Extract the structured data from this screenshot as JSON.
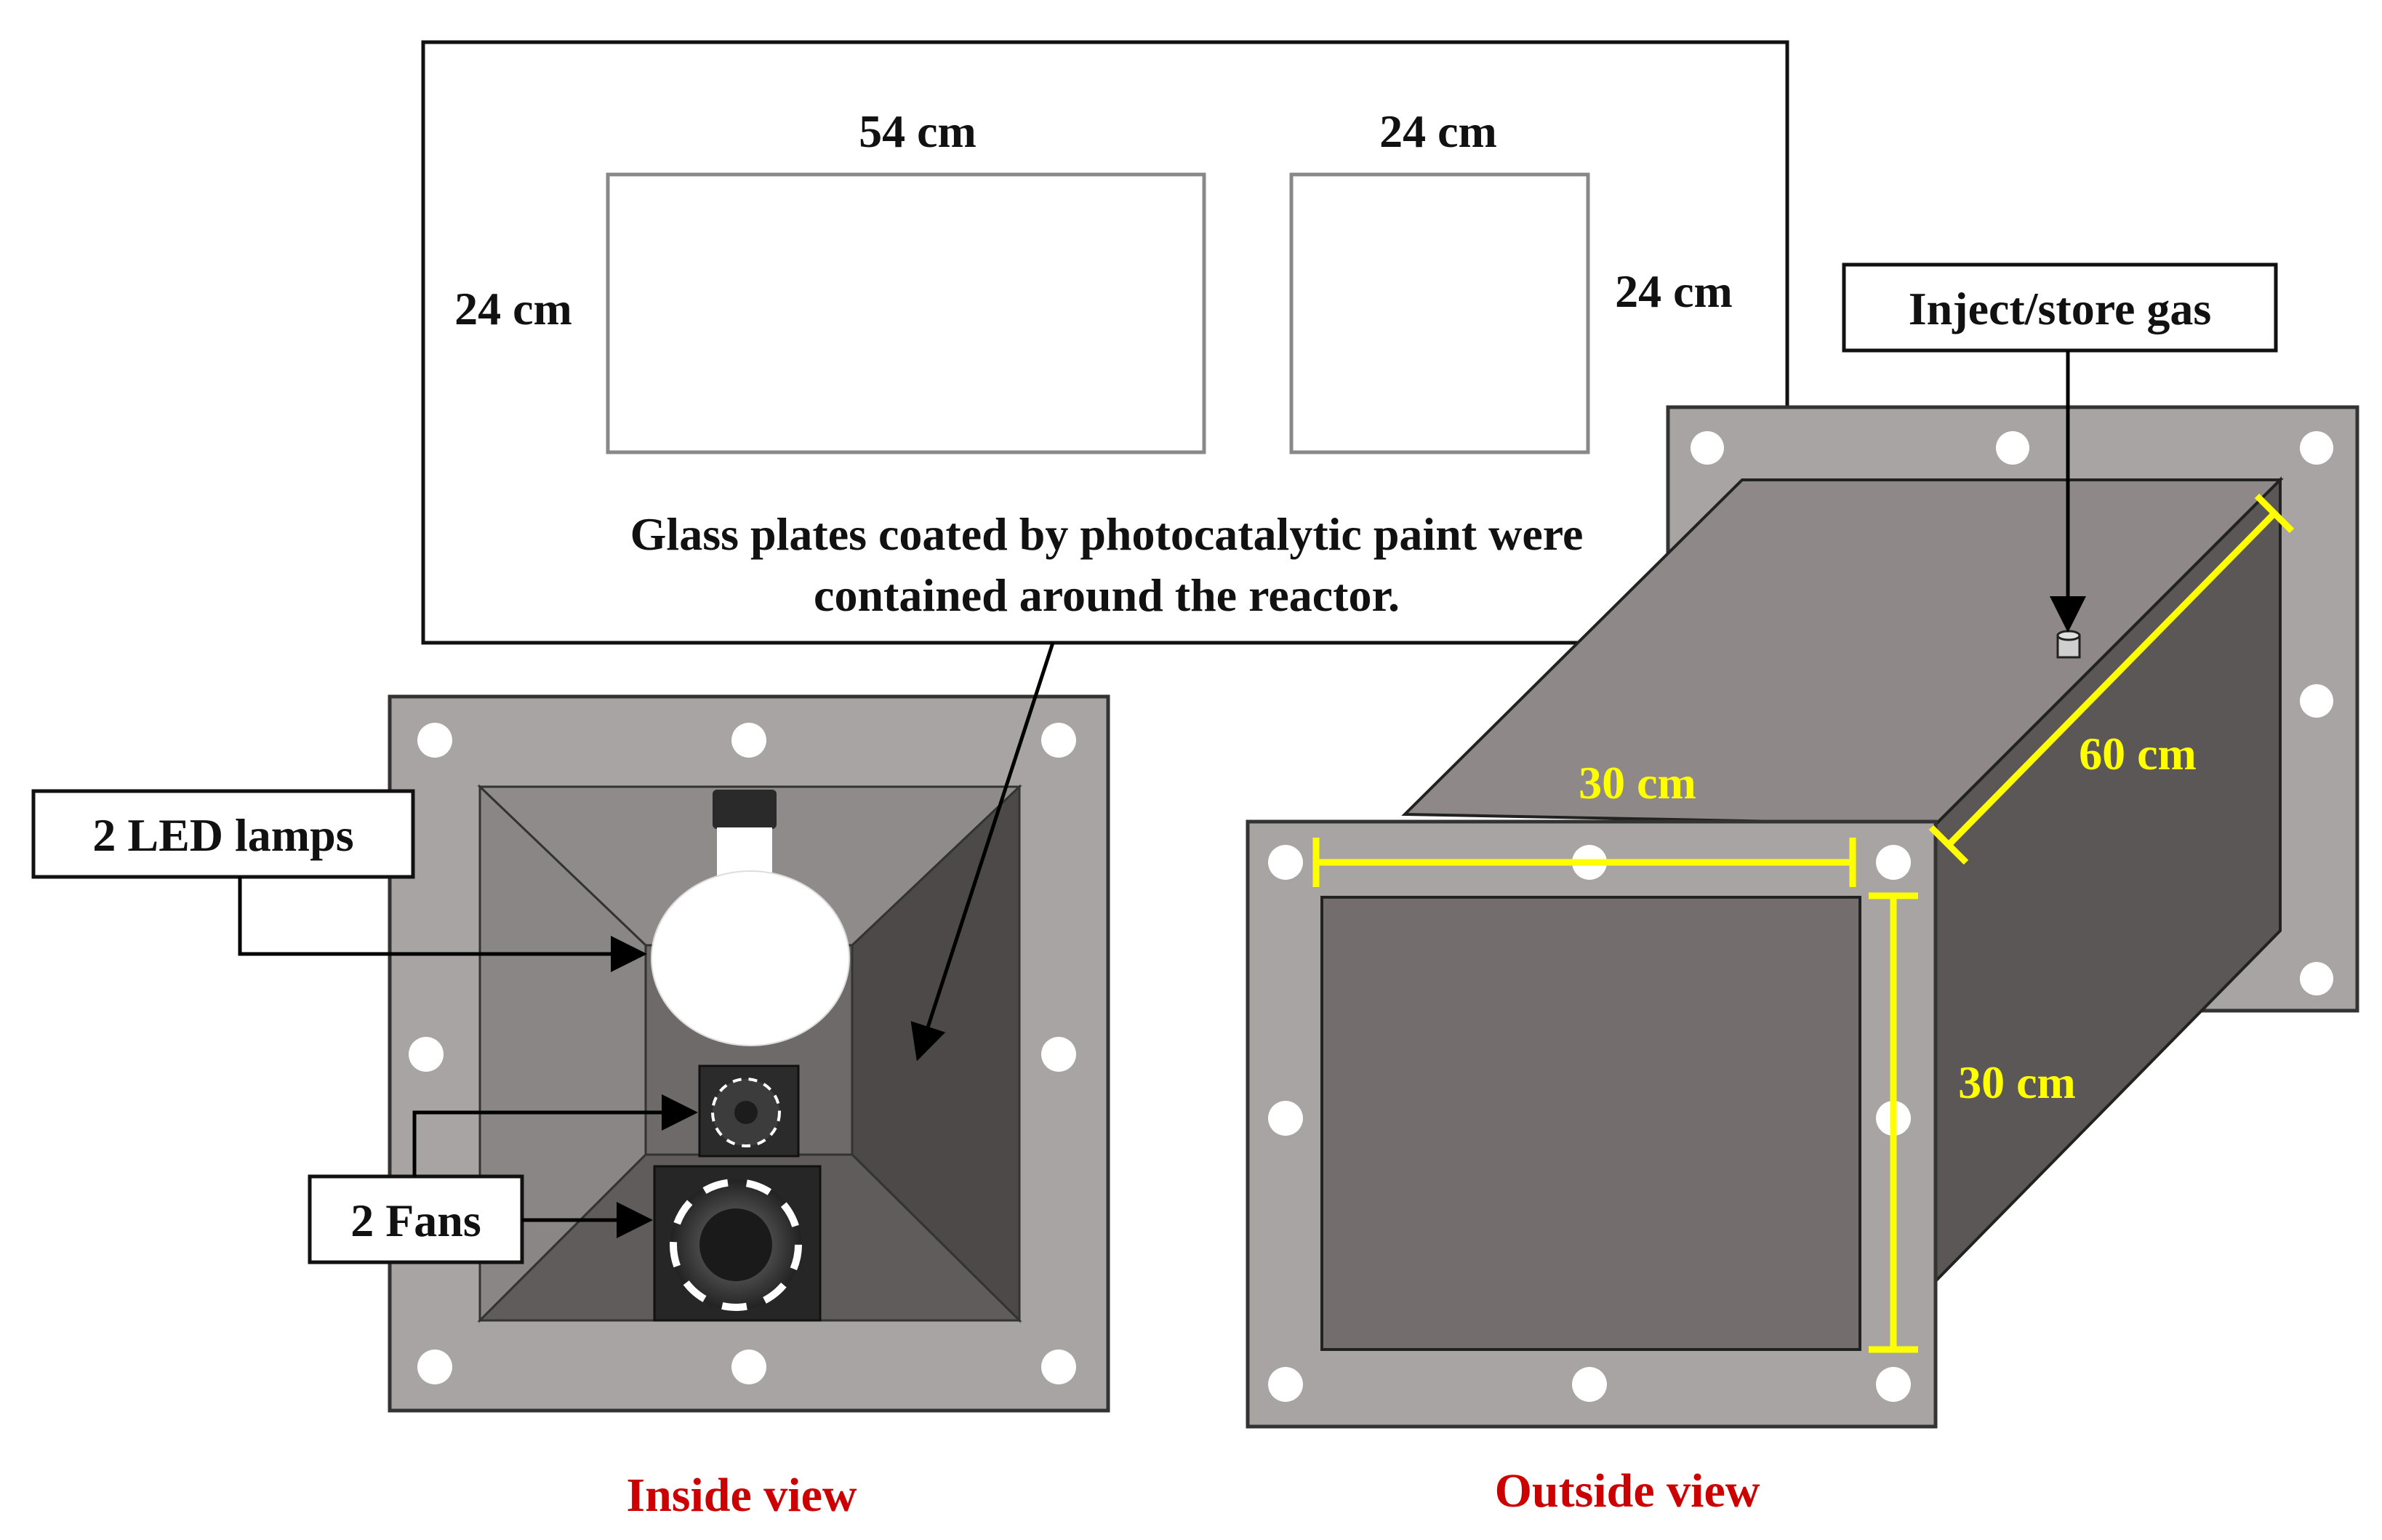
{
  "plates": {
    "plate1_width": "54 cm",
    "plate1_height": "24 cm",
    "plate2_width": "24 cm",
    "plate2_height": "24 cm",
    "caption_line1": "Glass plates coated by photocatalytic paint were",
    "caption_line2": "contained around the reactor."
  },
  "inside": {
    "led_label": "2 LED lamps",
    "fans_label": "2 Fans",
    "view_label": "Inside view"
  },
  "outside": {
    "gas_label": "Inject/store gas",
    "dim_width": "30 cm",
    "dim_height": "30 cm",
    "dim_depth": "60 cm",
    "view_label": "Outside view"
  },
  "colors": {
    "frame": "#a8a4a3",
    "dimension": "#ffff00",
    "caption": "#cc0000"
  }
}
